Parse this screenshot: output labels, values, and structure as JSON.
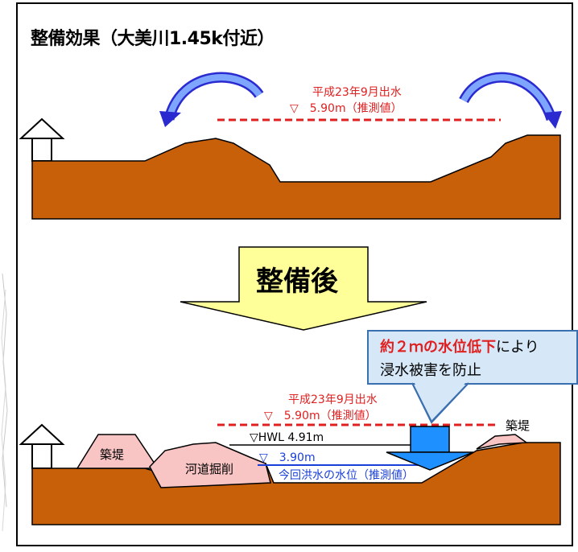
{
  "title": "整備効果（大美川1.45k付近）",
  "arrow_label": "整備後",
  "top_section": {
    "flood_event": "平成23年9月出水",
    "flood_level": "▽　5.90m（推測値）"
  },
  "bottom_section": {
    "flood_event": "平成23年9月出水",
    "flood_level": "▽　5.90m（推測値）",
    "hwl_label": "▽HWL 4.91m",
    "current_level": "▽　3.90m",
    "current_level_caption": "今回洪水の水位（推測値）",
    "levee_left": "築堤",
    "levee_right": "築堤",
    "excavation": "河道掘削"
  },
  "callout": {
    "emphasis": "約２ｍの水位低下",
    "line1_rest": "により",
    "line2": "浸水被害を防止"
  },
  "colors": {
    "ground": "#c8600a",
    "levee": "#f5c0c0",
    "flood_line": "#e02020",
    "water_line": "#1a3fd8",
    "arrow_fill": "#ffff99",
    "callout_bg": "#d6e8f7",
    "down_arrow": "#1e90ff"
  }
}
